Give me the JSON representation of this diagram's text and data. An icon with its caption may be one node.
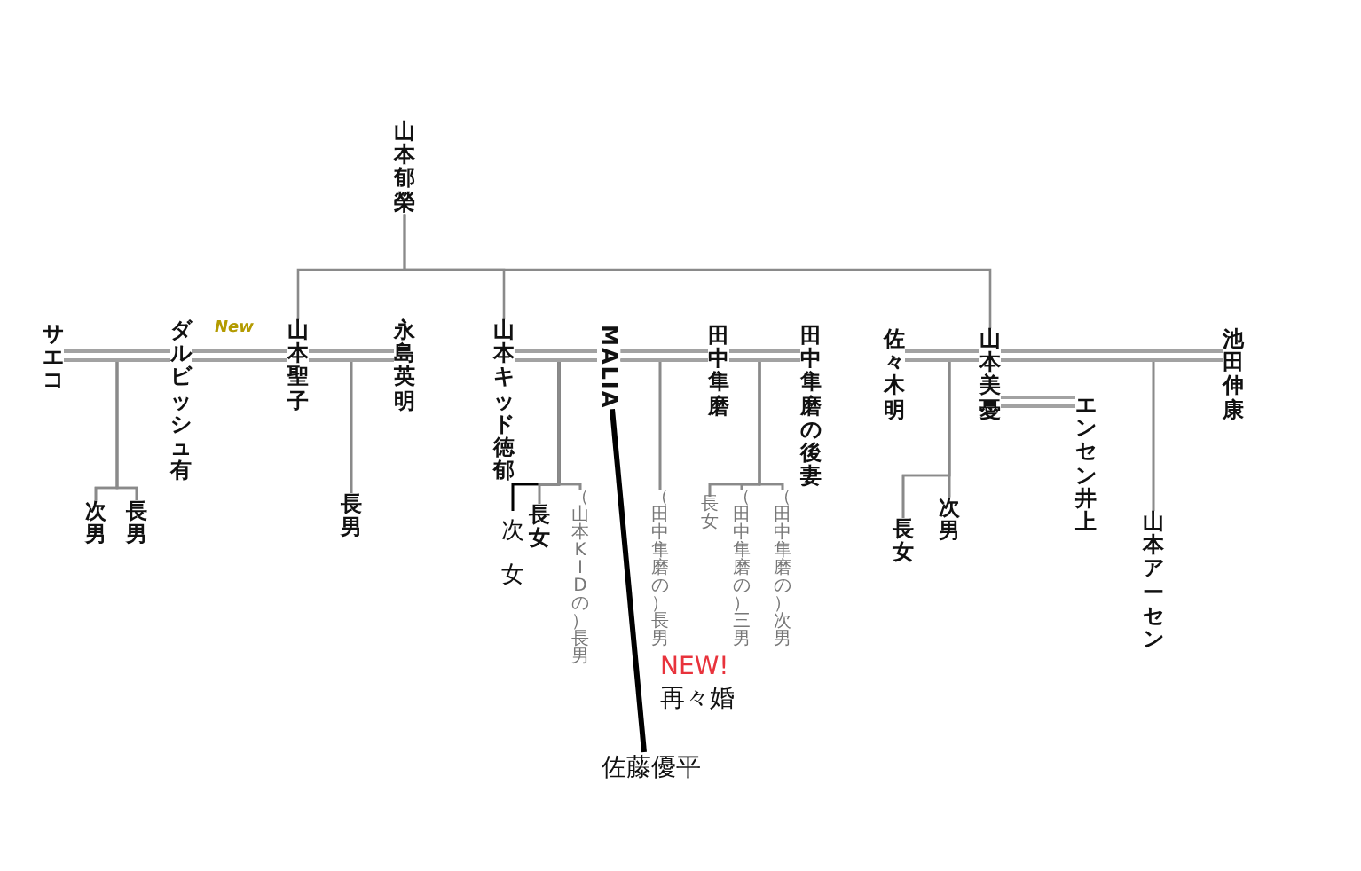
{
  "diagram": {
    "nodes": [
      {
        "text": [
          "山本郁榮"
        ]
      },
      {
        "text": [
          "サエコ"
        ]
      },
      {
        "text": [
          "ダルビッシュ有"
        ]
      },
      {
        "text": [
          "山本聖子"
        ]
      },
      {
        "text": [
          "永島英明"
        ]
      },
      {
        "text": [
          "山本キッド徳郁"
        ]
      },
      {
        "text": [
          "MALIA"
        ]
      },
      {
        "text": [
          "田中隼磨"
        ]
      },
      {
        "text": [
          "田中隼磨の後妻"
        ]
      },
      {
        "text": [
          "佐々木明"
        ]
      },
      {
        "text": [
          "山本美憂"
        ]
      },
      {
        "text": [
          "池田伸康"
        ]
      },
      {
        "text": [
          "エンセン井上"
        ]
      },
      {
        "text": [
          "山本アーセン"
        ]
      },
      {
        "text": [
          "次男"
        ]
      },
      {
        "text": [
          "長男"
        ]
      },
      {
        "text": [
          "長男"
        ]
      },
      {
        "text": [
          "次女"
        ]
      },
      {
        "text": [
          "長女"
        ]
      },
      {
        "text": [
          "（山本KIDの）長男"
        ]
      },
      {
        "text": [
          "（田中隼磨の）長男"
        ]
      },
      {
        "text": [
          "長女"
        ]
      },
      {
        "text": [
          "（田中隼磨の）三男"
        ]
      },
      {
        "text": [
          "（田中隼磨の）次男"
        ]
      },
      {
        "text": [
          "長女"
        ]
      },
      {
        "text": [
          "次男"
        ]
      },
      {
        "text": [
          "佐藤優平"
        ]
      }
    ],
    "edges": [
      {
        "from": 0,
        "to": 3,
        "arrow": "none"
      },
      {
        "from": 0,
        "to": 5,
        "arrow": "none"
      },
      {
        "from": 0,
        "to": 10,
        "arrow": "none"
      },
      {
        "from": 1,
        "to": 2,
        "arrow": "none"
      },
      {
        "from": 2,
        "to": 3,
        "arrow": "none"
      },
      {
        "from": 3,
        "to": 4,
        "arrow": "none"
      },
      {
        "from": 5,
        "to": 6,
        "arrow": "none"
      },
      {
        "from": 6,
        "to": 7,
        "arrow": "none"
      },
      {
        "from": 7,
        "to": 8,
        "arrow": "none"
      },
      {
        "from": 9,
        "to": 10,
        "arrow": "none"
      },
      {
        "from": 10,
        "to": 11,
        "arrow": "none"
      },
      {
        "from": 10,
        "to": 12,
        "arrow": "none"
      },
      {
        "from": 6,
        "to": 26,
        "arrow": "none",
        "label": "再々婚",
        "style": "thick",
        "color": "#000000"
      },
      {
        "from": 1,
        "to": 14,
        "arrow": "none"
      },
      {
        "from": 2,
        "to": 14,
        "arrow": "none"
      },
      {
        "from": 1,
        "to": 15,
        "arrow": "none"
      },
      {
        "from": 2,
        "to": 15,
        "arrow": "none"
      },
      {
        "from": 3,
        "to": 16,
        "arrow": "none"
      },
      {
        "from": 4,
        "to": 16,
        "arrow": "none"
      },
      {
        "from": 5,
        "to": 17,
        "arrow": "none",
        "color": "#000000"
      },
      {
        "from": 6,
        "to": 17,
        "arrow": "none",
        "color": "#000000"
      },
      {
        "from": 5,
        "to": 18,
        "arrow": "none"
      },
      {
        "from": 6,
        "to": 18,
        "arrow": "none"
      },
      {
        "from": 5,
        "to": 19,
        "arrow": "none"
      },
      {
        "from": 6,
        "to": 19,
        "arrow": "none"
      },
      {
        "from": 6,
        "to": 20,
        "arrow": "none"
      },
      {
        "from": 7,
        "to": 20,
        "arrow": "none"
      },
      {
        "from": 7,
        "to": 21,
        "arrow": "none"
      },
      {
        "from": 8,
        "to": 21,
        "arrow": "none"
      },
      {
        "from": 7,
        "to": 22,
        "arrow": "none"
      },
      {
        "from": 8,
        "to": 22,
        "arrow": "none"
      },
      {
        "from": 7,
        "to": 23,
        "arrow": "none"
      },
      {
        "from": 8,
        "to": 23,
        "arrow": "none"
      },
      {
        "from": 9,
        "to": 24,
        "arrow": "none"
      },
      {
        "from": 10,
        "to": 24,
        "arrow": "none"
      },
      {
        "from": 9,
        "to": 25,
        "arrow": "none"
      },
      {
        "from": 10,
        "to": 25,
        "arrow": "none"
      },
      {
        "from": 10,
        "to": 13,
        "arrow": "none"
      },
      {
        "from": 11,
        "to": 13,
        "arrow": "none"
      }
    ],
    "labels": [
      "New",
      "NEW!"
    ]
  }
}
